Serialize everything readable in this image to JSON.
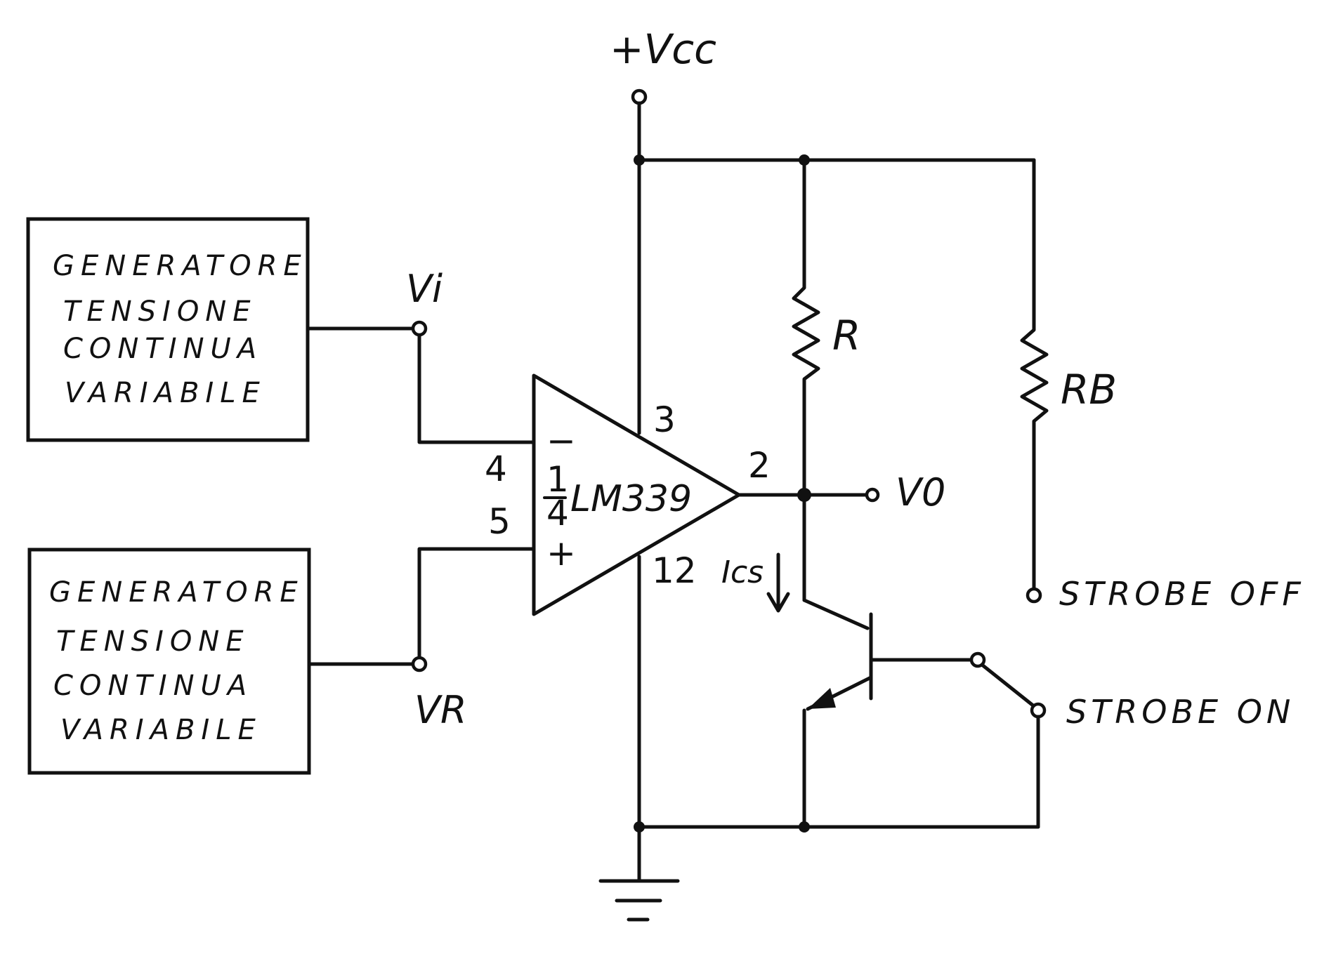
{
  "supply": {
    "label": "+Vcc"
  },
  "generators": [
    {
      "lines": [
        "GENERATORE",
        "TENSIONE",
        "CONTINUA",
        "VARIABILE"
      ]
    },
    {
      "lines": [
        "GENERATORE",
        "TENSIONE",
        "CONTINUA",
        "VARIABILE"
      ]
    }
  ],
  "inputs": {
    "vi": "Vi",
    "vr": "VR"
  },
  "comparator": {
    "fraction_num": "1",
    "fraction_den": "4",
    "name": "LM339",
    "minus": "−",
    "plus": "+",
    "pins": {
      "inv": "4",
      "noninv": "5",
      "vcc": "3",
      "gnd": "12",
      "out": "2"
    }
  },
  "resistors": {
    "r": "R",
    "rb": "RB"
  },
  "output": {
    "label": "V0"
  },
  "current": {
    "label": "Ics"
  },
  "strobe": {
    "off": "STROBE OFF",
    "on": "STROBE ON"
  }
}
